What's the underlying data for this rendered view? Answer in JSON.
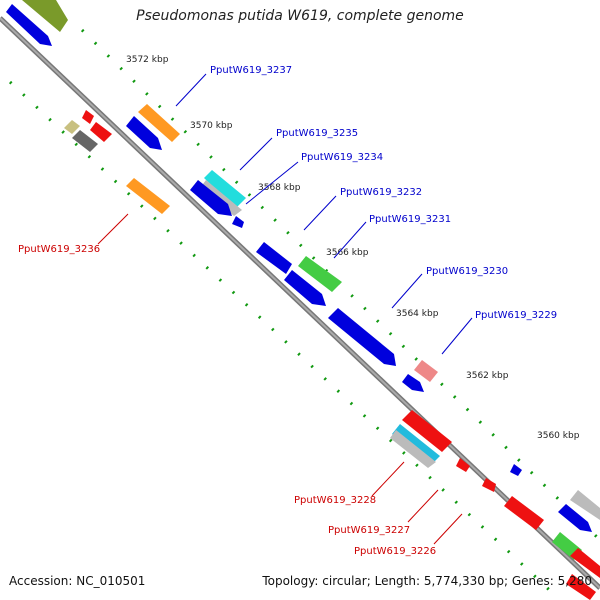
{
  "title": "Pseudomonas putida W619, complete genome",
  "accession_label": "Accession:",
  "accession": "NC_010501",
  "topology_label": "Topology:",
  "topology": "circular",
  "length_label": "Length:",
  "length": "5,774,330 bp",
  "genes_label": "Genes:",
  "genes": "5,280",
  "colors": {
    "forward_label": "#0000cc",
    "reverse_label": "#cc0000",
    "backbone": "#888888",
    "tick": "#119911"
  },
  "scale_labels": [
    "3572 kbp",
    "3570 kbp",
    "3568 kbp",
    "3566 kbp",
    "3564 kbp",
    "3562 kbp",
    "3560 kbp"
  ],
  "forward_genes": [
    "PputW619_3237",
    "PputW619_3235",
    "PputW619_3234",
    "PputW619_3232",
    "PputW619_3231",
    "PputW619_3230",
    "PputW619_3229"
  ],
  "reverse_genes": [
    "PputW619_3236",
    "PputW619_3228",
    "PputW619_3227",
    "PputW619_3226"
  ]
}
